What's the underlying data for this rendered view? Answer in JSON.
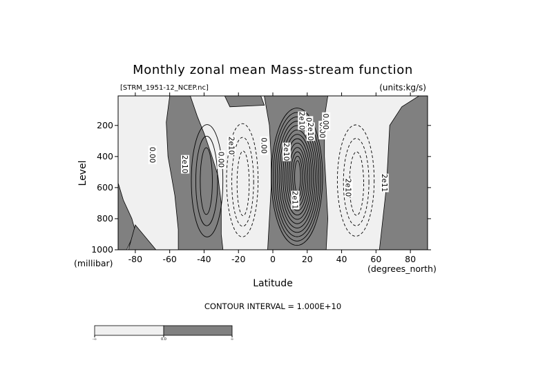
{
  "chart_data": {
    "type": "contour",
    "title": "Monthly zonal mean Mass-stream function",
    "subtitle_left": "[STRM_1951-12_NCEP.nc]",
    "subtitle_right": "(units:kg/s)",
    "xlabel": "Latitude",
    "ylabel": "Level",
    "x_unit_label": "(degrees_north)",
    "y_unit_label": "(millibar)",
    "xlim": [
      -90,
      90
    ],
    "ylim": [
      1000,
      10
    ],
    "y_inverted": true,
    "xticks": [
      -80,
      -60,
      -40,
      -20,
      0,
      20,
      40,
      60,
      80
    ],
    "yticks": [
      200,
      400,
      600,
      800,
      1000
    ],
    "contour_interval_text": "CONTOUR INTERVAL = 1.000E+10",
    "contour_interval": 10000000000.0,
    "fill_colors": {
      "negative": "#f0f0f0",
      "positive": "#808080"
    },
    "colorbar": {
      "tick_labels": [
        "-∞",
        "0.0",
        "∞"
      ],
      "colors": [
        "#f0f0f0",
        "#808080"
      ]
    },
    "contour_labels": [
      "0.00",
      "2e10",
      "0.00",
      "2e10",
      "0.00",
      "2e10",
      "2e11",
      "2e10",
      "2e10",
      "0.00",
      "2e10",
      "0.00",
      "0.00",
      "2e11"
    ],
    "cells": [
      {
        "sign": "positive",
        "center_lat": -38,
        "center_level": 580,
        "peak": 40000000000.0,
        "lat_range": [
          -62,
          -30
        ],
        "level_range": [
          40,
          1000
        ]
      },
      {
        "sign": "negative",
        "center_lat": -18,
        "center_level": 600,
        "peak": -40000000000.0,
        "lat_range": [
          -30,
          -2
        ],
        "level_range": [
          80,
          1000
        ]
      },
      {
        "sign": "positive",
        "center_lat": 14,
        "center_level": 520,
        "peak": 140000000000.0,
        "lat_range": [
          -2,
          35
        ],
        "level_range": [
          40,
          1000
        ]
      },
      {
        "sign": "negative",
        "center_lat": 48,
        "center_level": 600,
        "peak": -40000000000.0,
        "lat_range": [
          33,
          68
        ],
        "level_range": [
          80,
          1000
        ]
      }
    ]
  }
}
